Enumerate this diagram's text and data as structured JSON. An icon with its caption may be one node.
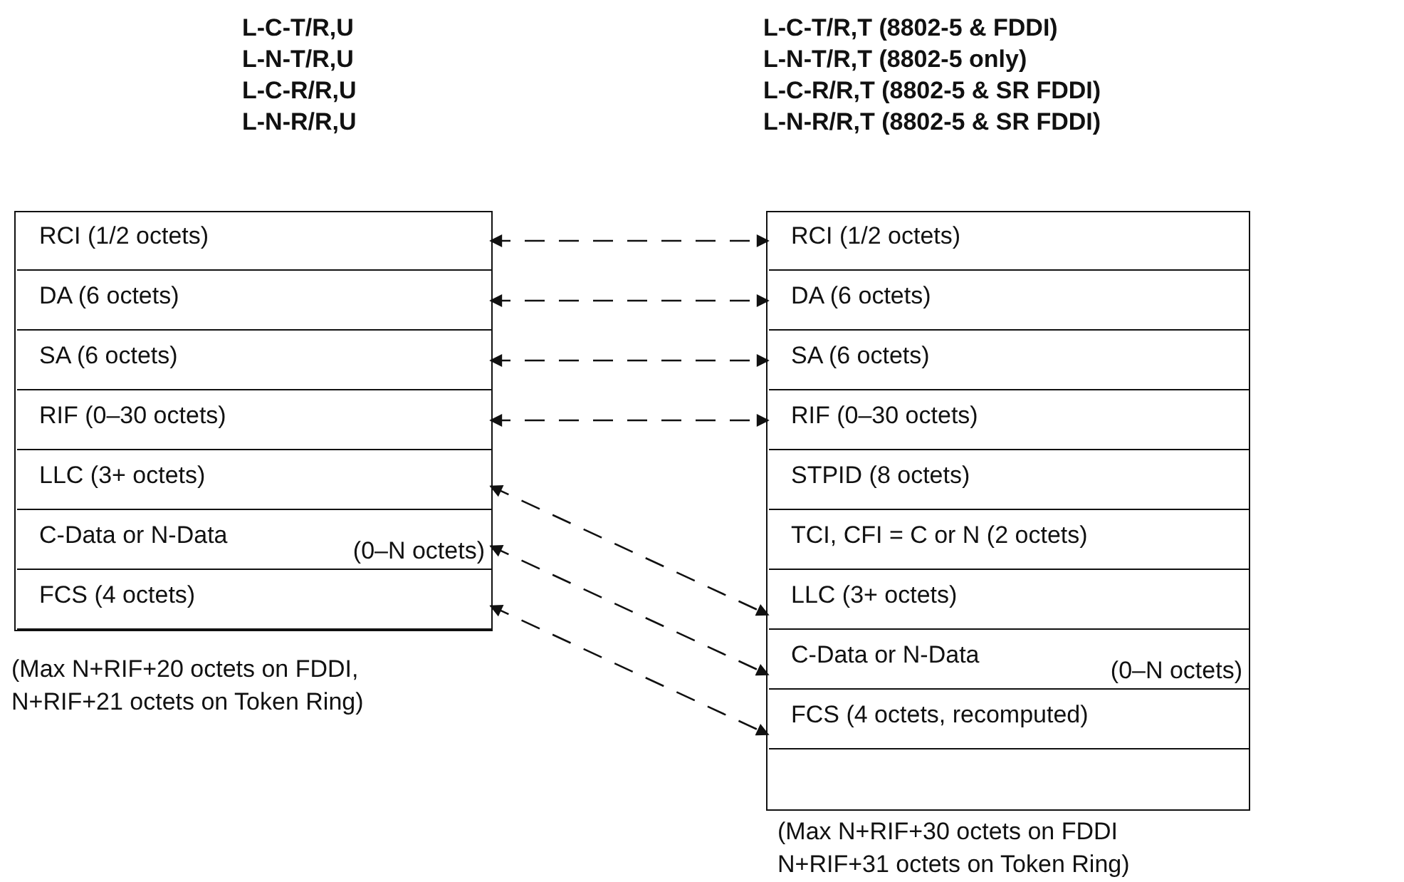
{
  "diagram": {
    "nodes": [
      {
        "text": [
          "RCI (1/2 octets)"
        ]
      },
      {
        "text": [
          "DA (6 octets)"
        ]
      },
      {
        "text": [
          "SA (6 octets)"
        ]
      },
      {
        "text": [
          "RIF (0–30 octets)"
        ]
      },
      {
        "text": [
          "LLC (3+ octets)"
        ]
      },
      {
        "text": [
          "C-Data or N-Data",
          "(0–N octets)"
        ]
      },
      {
        "text": [
          "FCS (4 octets)"
        ]
      },
      {
        "text": [
          "RCI (1/2 octets)"
        ]
      },
      {
        "text": [
          "DA (6 octets)"
        ]
      },
      {
        "text": [
          "SA (6 octets)"
        ]
      },
      {
        "text": [
          "RIF (0–30 octets)"
        ]
      },
      {
        "text": [
          "STPID (8 octets)"
        ]
      },
      {
        "text": [
          "TCI, CFI = C or N (2 octets)"
        ]
      },
      {
        "text": [
          "LLC (3+ octets)"
        ]
      },
      {
        "text": [
          "C-Data or N-Data",
          "(0–N octets)"
        ]
      },
      {
        "text": [
          "FCS (4 octets, recomputed)"
        ]
      }
    ],
    "edges": [
      {
        "from": 0,
        "to": 7,
        "arrow": "both",
        "style": "dashed"
      },
      {
        "from": 1,
        "to": 8,
        "arrow": "both",
        "style": "dashed"
      },
      {
        "from": 2,
        "to": 9,
        "arrow": "both",
        "style": "dashed"
      },
      {
        "from": 3,
        "to": 10,
        "arrow": "both",
        "style": "dashed"
      },
      {
        "from": 4,
        "to": 13,
        "arrow": "both",
        "style": "dashed"
      },
      {
        "from": 5,
        "to": 14,
        "arrow": "both",
        "style": "dashed"
      },
      {
        "from": 6,
        "to": 15,
        "arrow": "both",
        "style": "dashed"
      }
    ],
    "labels": [
      "L-C-T/R,U",
      "L-N-T/R,U",
      "L-C-R/R,U",
      "L-N-R/R,U",
      "L-C-T/R,T (8802-5 & FDDI)",
      "L-N-T/R,T (8802-5 only)",
      "L-C-R/R,T (8802-5 & SR FDDI)",
      "L-N-R/R,T (8802-5 & SR FDDI)",
      "(Max N+RIF+20 octets on FDDI, N+RIF+21 octets on Token Ring)",
      "(Max N+RIF+30 octets on FDDI N+RIF+31 octets on Token Ring)"
    ]
  }
}
